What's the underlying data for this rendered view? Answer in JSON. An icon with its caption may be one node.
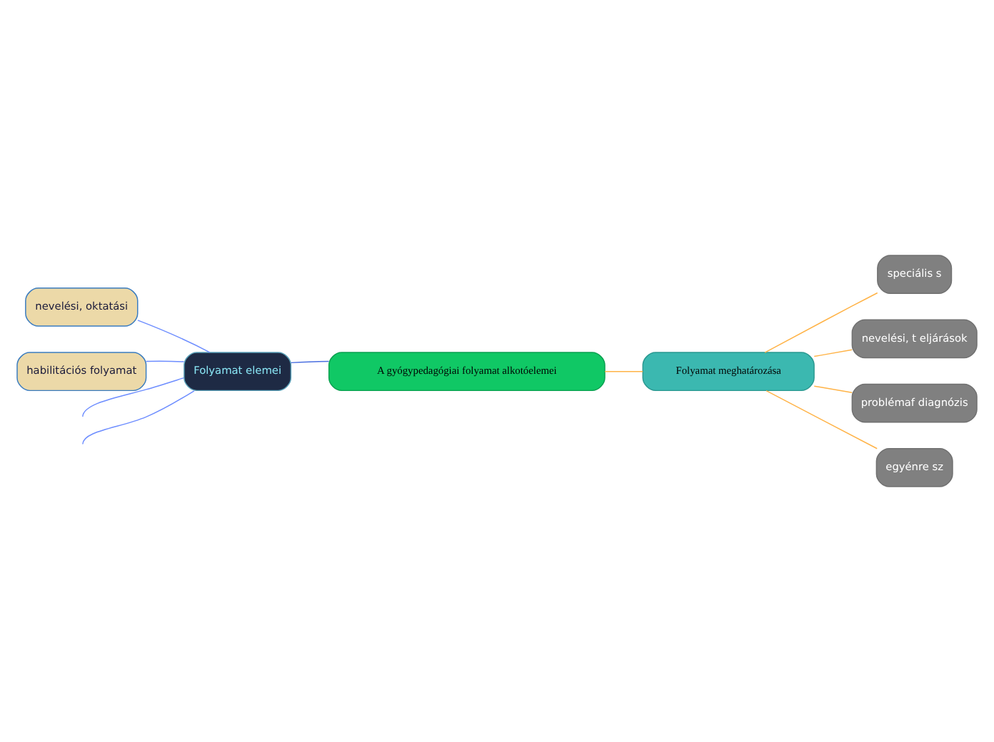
{
  "diagram": {
    "nodes": [
      {
        "text": [
          "A gyógypedagógiai folyamat alkotóelemei"
        ]
      },
      {
        "text": [
          "Folyamat elemei"
        ]
      },
      {
        "text": [
          "Folyamat meghatározása"
        ]
      },
      {
        "text": [
          "nevelési, oktatási"
        ]
      },
      {
        "text": [
          "habilitációs folyamat"
        ]
      },
      {
        "text": [
          "speciális s"
        ]
      },
      {
        "text": [
          "nevelési, t eljárások"
        ]
      },
      {
        "text": [
          "problémaf diagnózis"
        ]
      },
      {
        "text": [
          "egyénre sz"
        ]
      }
    ],
    "edges": [
      {
        "from": 0,
        "to": 1,
        "arrow": "none",
        "color": "#4a6fe0"
      },
      {
        "from": 0,
        "to": 2,
        "arrow": "none",
        "color": "#ffb347"
      },
      {
        "from": 1,
        "to": null,
        "arrow": "none",
        "color": "#6d8dff"
      },
      {
        "from": 1,
        "to": 3,
        "arrow": "none",
        "color": "#6d8dff"
      },
      {
        "from": 1,
        "to": 4,
        "arrow": "none",
        "color": "#6d8dff"
      },
      {
        "from": 1,
        "to": null,
        "arrow": "none",
        "color": "#6d8dff"
      },
      {
        "from": 2,
        "to": 5,
        "arrow": "none",
        "color": "#ffb347"
      },
      {
        "from": 2,
        "to": 6,
        "arrow": "none",
        "color": "#ffb347"
      },
      {
        "from": 2,
        "to": 7,
        "arrow": "none",
        "color": "#ffb347"
      },
      {
        "from": 2,
        "to": 8,
        "arrow": "none",
        "color": "#ffb347"
      }
    ]
  }
}
